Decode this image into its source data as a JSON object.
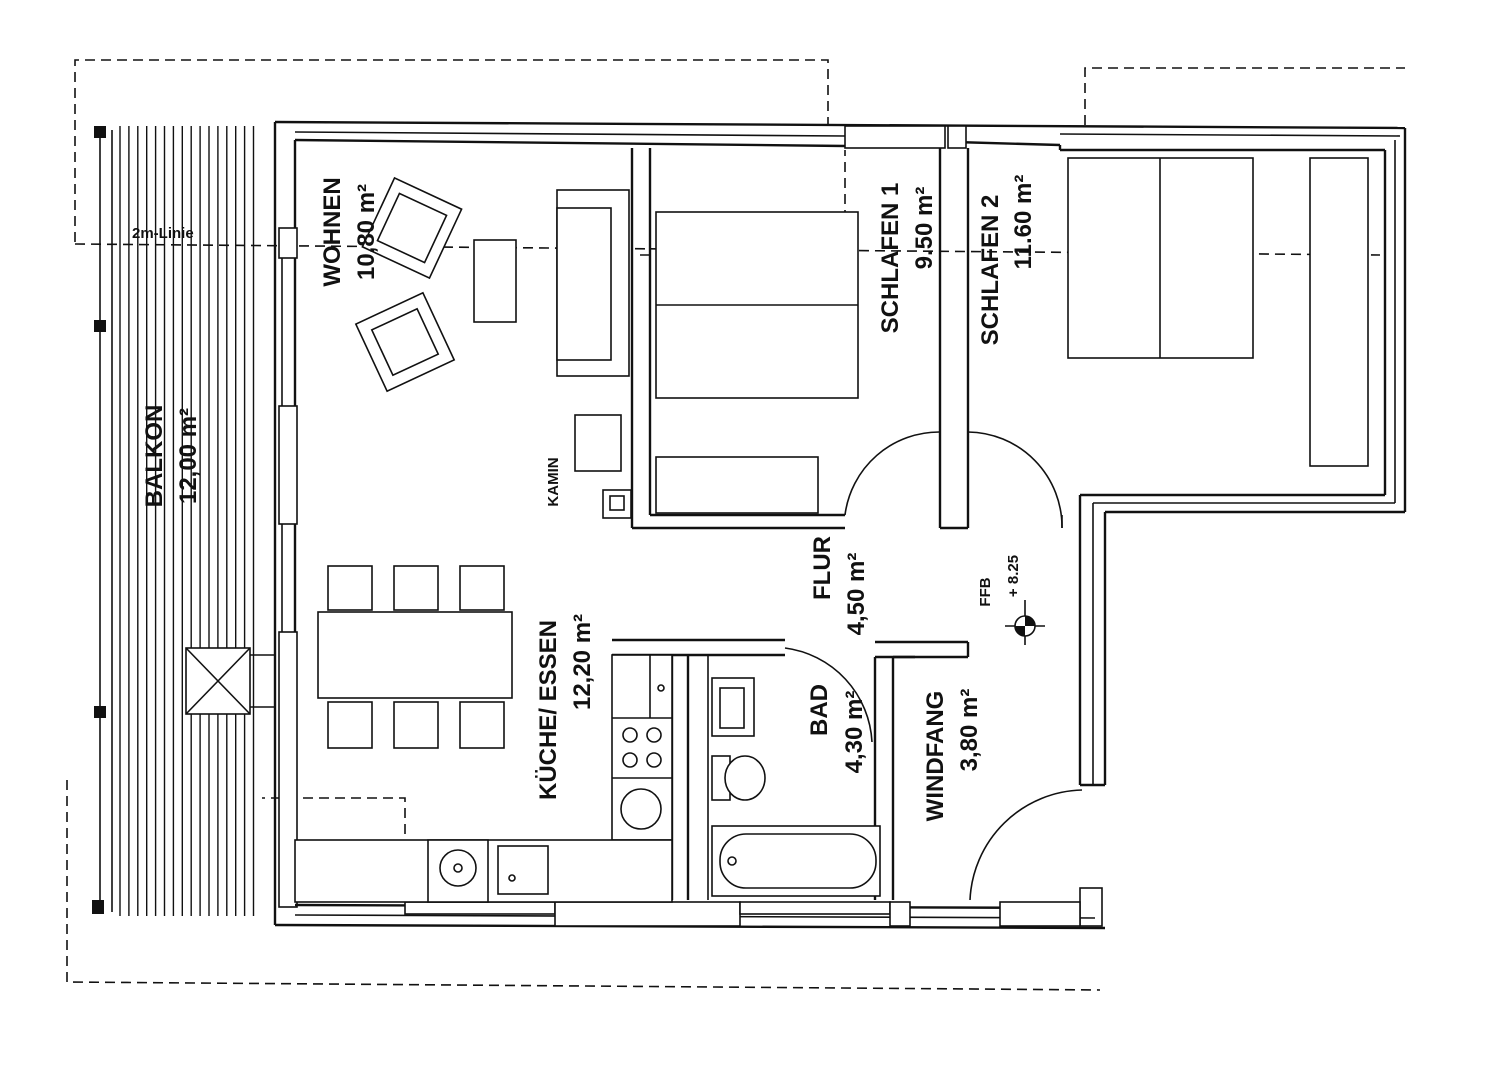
{
  "rooms": {
    "wohnen": {
      "name": "WOHNEN",
      "area": "10,80 m²"
    },
    "schlafen1": {
      "name": "SCHLAFEN 1",
      "area": "9.50 m²"
    },
    "schlafen2": {
      "name": "SCHLAFEN 2",
      "area": "11.60 m²"
    },
    "balkon": {
      "name": "BALKON",
      "area": "12,00 m²"
    },
    "kueche": {
      "name": "KÜCHE/ ESSEN",
      "area": "12,20 m²"
    },
    "flur": {
      "name": "FLUR",
      "area": "4,50 m²"
    },
    "bad": {
      "name": "BAD",
      "area": "4,30 m²"
    },
    "windfang": {
      "name": "WINDFANG",
      "area": "3,80 m²"
    }
  },
  "annotations": {
    "line_2m": "2m-Linie",
    "kamin": "KAMIN",
    "ffb": "FFB",
    "level": "+ 8.25"
  }
}
